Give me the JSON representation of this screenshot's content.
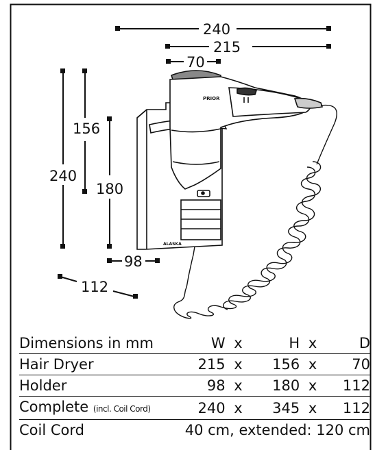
{
  "dimensions": {
    "hair_dryer_width": "240",
    "hair_dryer_inner_width": "215",
    "nozzle": "70",
    "total_height": "240",
    "dryer_height": "156",
    "holder_height": "180",
    "holder_width": "98",
    "holder_depth": "112"
  },
  "labels": {
    "brand_dryer": "PRIOR",
    "brand_holder": "ALASKA"
  },
  "table": {
    "header": {
      "label": "Dimensions in mm",
      "w": "W",
      "x1": "x",
      "h": "H",
      "x2": "x",
      "d": "D"
    },
    "rows": [
      {
        "label": "Hair Dryer",
        "w": "215",
        "h": "156",
        "d": "70"
      },
      {
        "label": "Holder",
        "w": "98",
        "h": "180",
        "d": "112"
      },
      {
        "label": "Complete",
        "note": "(incl. Coil Cord)",
        "w": "240",
        "h": "345",
        "d": "112"
      }
    ],
    "cord": {
      "label": "Coil Cord",
      "value": "40 cm, extended: 120 cm"
    },
    "times": "x"
  }
}
